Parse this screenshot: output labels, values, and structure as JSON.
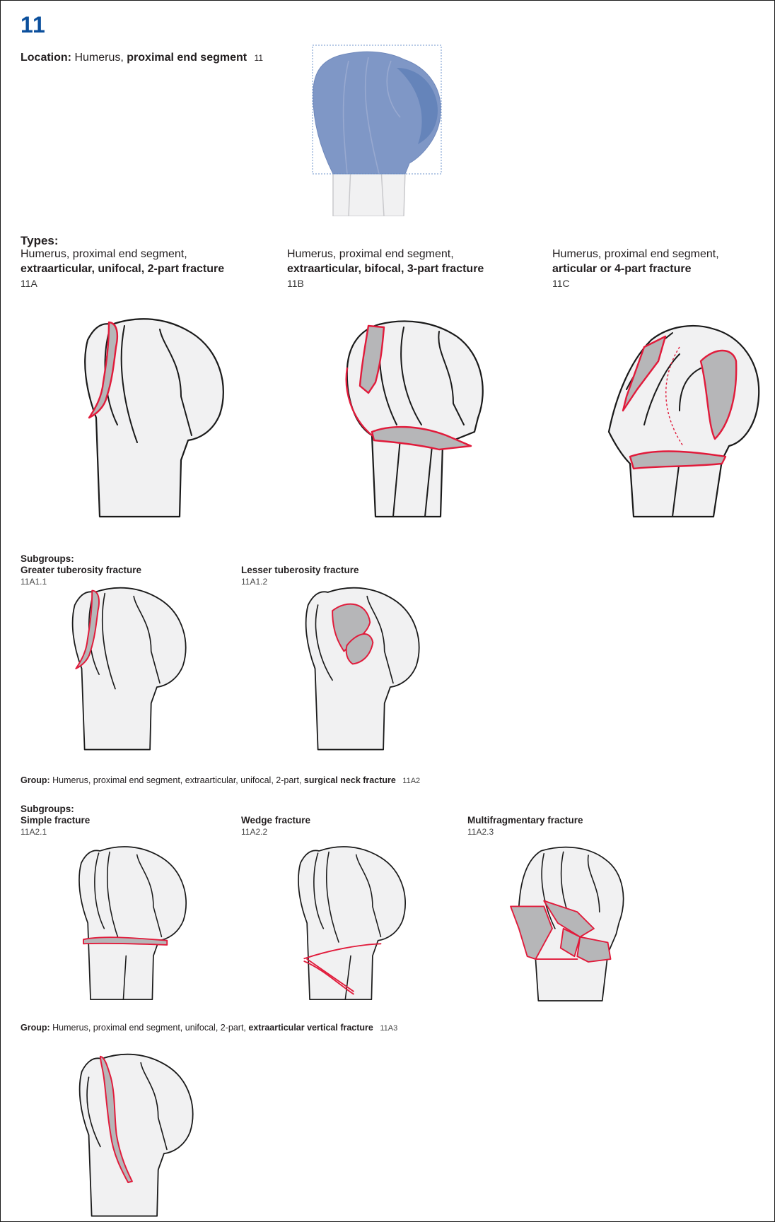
{
  "header": {
    "code": "11",
    "location_label": "Location:",
    "location_text": "Humerus,",
    "location_bold": "proximal end segment",
    "location_code": "11"
  },
  "types": {
    "heading": "Types:",
    "items": [
      {
        "line1": "Humerus, proximal end segment,",
        "line2": "extraarticular, unifocal, 2-part fracture",
        "code": "11A"
      },
      {
        "line1": "Humerus, proximal end segment,",
        "line2": "extraarticular, bifocal, 3-part fracture",
        "code": "11B"
      },
      {
        "line1": "Humerus, proximal end segment,",
        "line2": "articular or 4-part fracture",
        "code": "11C"
      }
    ]
  },
  "subgroups_a1": {
    "heading": "Subgroups:",
    "items": [
      {
        "name": "Greater tuberosity fracture",
        "code": "11A1.1"
      },
      {
        "name": "Lesser tuberosity fracture",
        "code": "11A1.2"
      }
    ]
  },
  "group_a2": {
    "label": "Group:",
    "text": "Humerus, proximal end segment, extraarticular, unifocal, 2-part,",
    "bold": "surgical neck fracture",
    "code": "11A2"
  },
  "subgroups_a2": {
    "heading": "Subgroups:",
    "items": [
      {
        "name": "Simple fracture",
        "code": "11A2.1"
      },
      {
        "name": "Wedge fracture",
        "code": "11A2.2"
      },
      {
        "name": "Multifragmentary fracture",
        "code": "11A2.3"
      }
    ]
  },
  "group_a3": {
    "label": "Group:",
    "text": "Humerus, proximal end segment, unifocal, 2-part,",
    "bold": "extraarticular vertical fracture",
    "code": "11A3"
  },
  "colors": {
    "code_blue": "#0b4f9c",
    "fracture_red": "#e11b3b",
    "fragment_gray": "#b6b6b8",
    "bone_fill": "#f1f1f2",
    "location_highlight": "#7f97c6"
  }
}
